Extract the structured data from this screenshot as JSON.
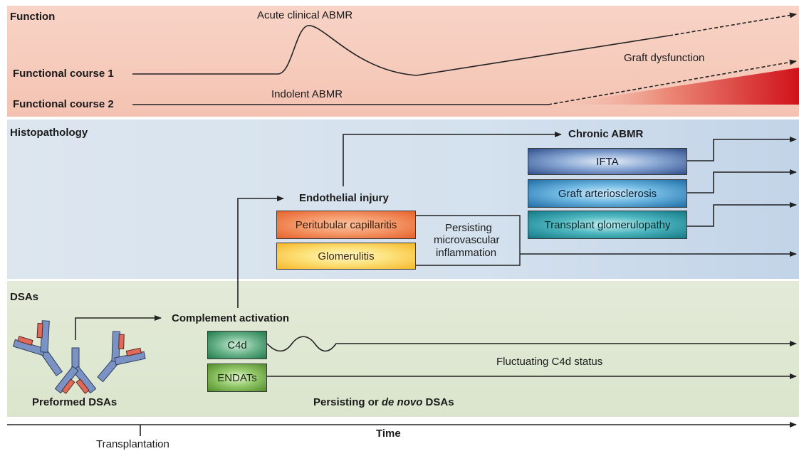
{
  "sections": {
    "function": "Function",
    "histopathology": "Histopathology",
    "dsas": "DSAs"
  },
  "function_band": {
    "course1": "Functional course 1",
    "course2": "Functional course 2",
    "acute": "Acute clinical ABMR",
    "indolent": "Indolent ABMR",
    "dysfunction": "Graft dysfunction"
  },
  "histo_band": {
    "chronic": "Chronic ABMR",
    "endothelial": "Endothelial injury",
    "ptc": "Peritubular capillaritis",
    "glomerulitis": "Glomerulitis",
    "persisting_1": "Persisting",
    "persisting_2": "microvascular",
    "persisting_3": "inflammation",
    "ifta": "IFTA",
    "arterio": "Graft arteriosclerosis",
    "glomerulopathy": "Transplant glomerulopathy"
  },
  "dsa_band": {
    "complement": "Complement activation",
    "c4d": "C4d",
    "endats": "ENDATs",
    "fluctuating": "Fluctuating C4d status",
    "preformed": "Preformed DSAs",
    "persisting_prefix": "Persisting or ",
    "persisting_italic": "de novo",
    "persisting_suffix": " DSAs"
  },
  "axis": {
    "time": "Time",
    "transplantation": "Transplantation"
  },
  "colors": {
    "dysfunction_red": "#d0121b",
    "antibody_blue": "#6f8fc0",
    "antibody_red": "#e06a5a"
  }
}
